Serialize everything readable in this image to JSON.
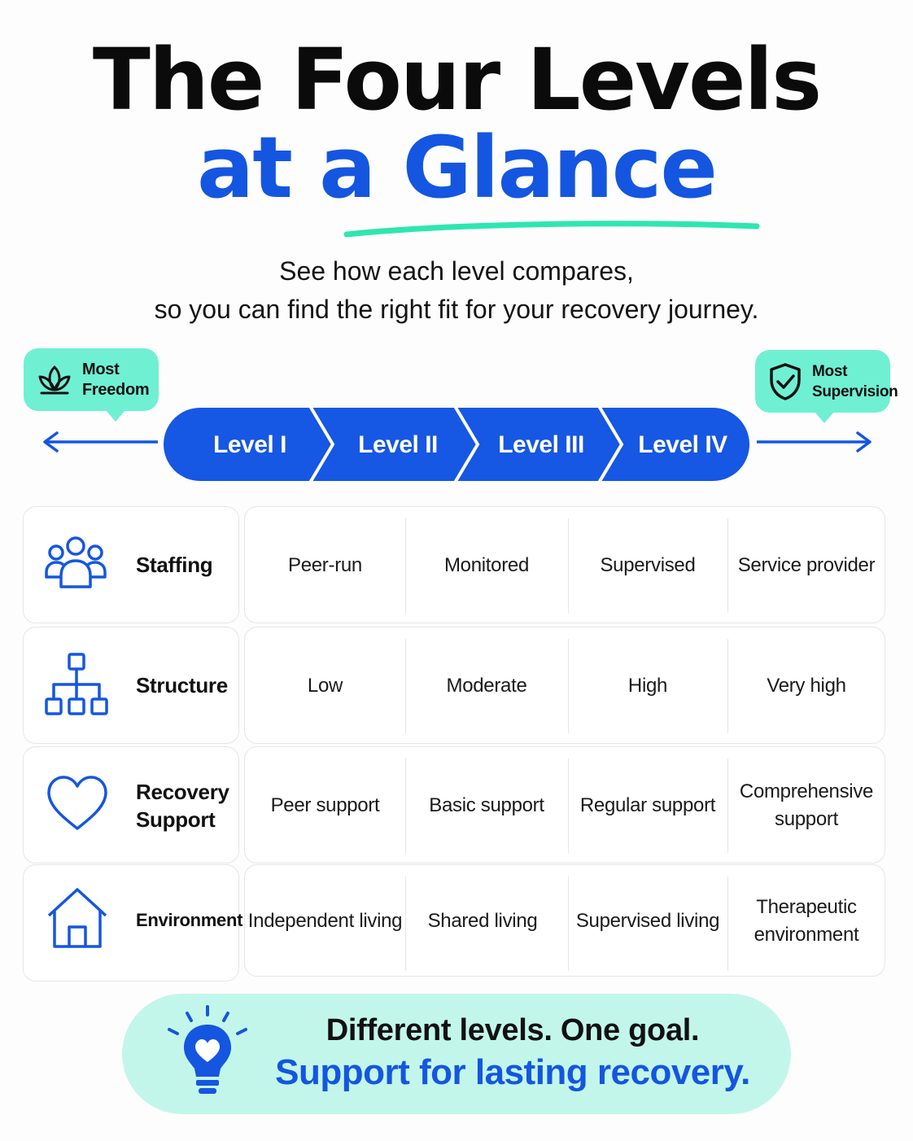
{
  "header": {
    "title_line1": "The Four Levels",
    "title_line2": "at a Glance",
    "subtitle_line1": "See how each level compares,",
    "subtitle_line2": "so you can find the right fit for your recovery journey."
  },
  "scale": {
    "left_bubble": {
      "line1": "Most",
      "line2": "Freedom",
      "icon": "lotus-icon"
    },
    "right_bubble": {
      "line1": "Most",
      "line2": "Supervision",
      "icon": "shield-check-icon"
    },
    "levels": [
      "Level I",
      "Level II",
      "Level III",
      "Level IV"
    ]
  },
  "table": {
    "rows": [
      {
        "label": "Staffing",
        "icon": "people-icon",
        "values": [
          "Peer-run",
          "Monitored",
          "Supervised",
          "Service provider"
        ]
      },
      {
        "label": "Structure",
        "icon": "hierarchy-icon",
        "values": [
          "Low",
          "Moderate",
          "High",
          "Very high"
        ]
      },
      {
        "label": "Recovery Support",
        "icon": "heart-icon",
        "values": [
          "Peer support",
          "Basic support",
          "Regular support",
          "Comprehensive support"
        ]
      },
      {
        "label": "Environment",
        "icon": "house-icon",
        "values": [
          "Independent living",
          "Shared living",
          "Supervised living",
          "Therapeutic environment"
        ]
      }
    ]
  },
  "footer": {
    "line1": "Different levels. One goal.",
    "line2": "Support for lasting recovery.",
    "icon": "lightbulb-heart-icon"
  },
  "colors": {
    "accent_blue": "#1456e0",
    "mint": "#6ff0d3",
    "footer_bg": "#c3f6ea"
  }
}
